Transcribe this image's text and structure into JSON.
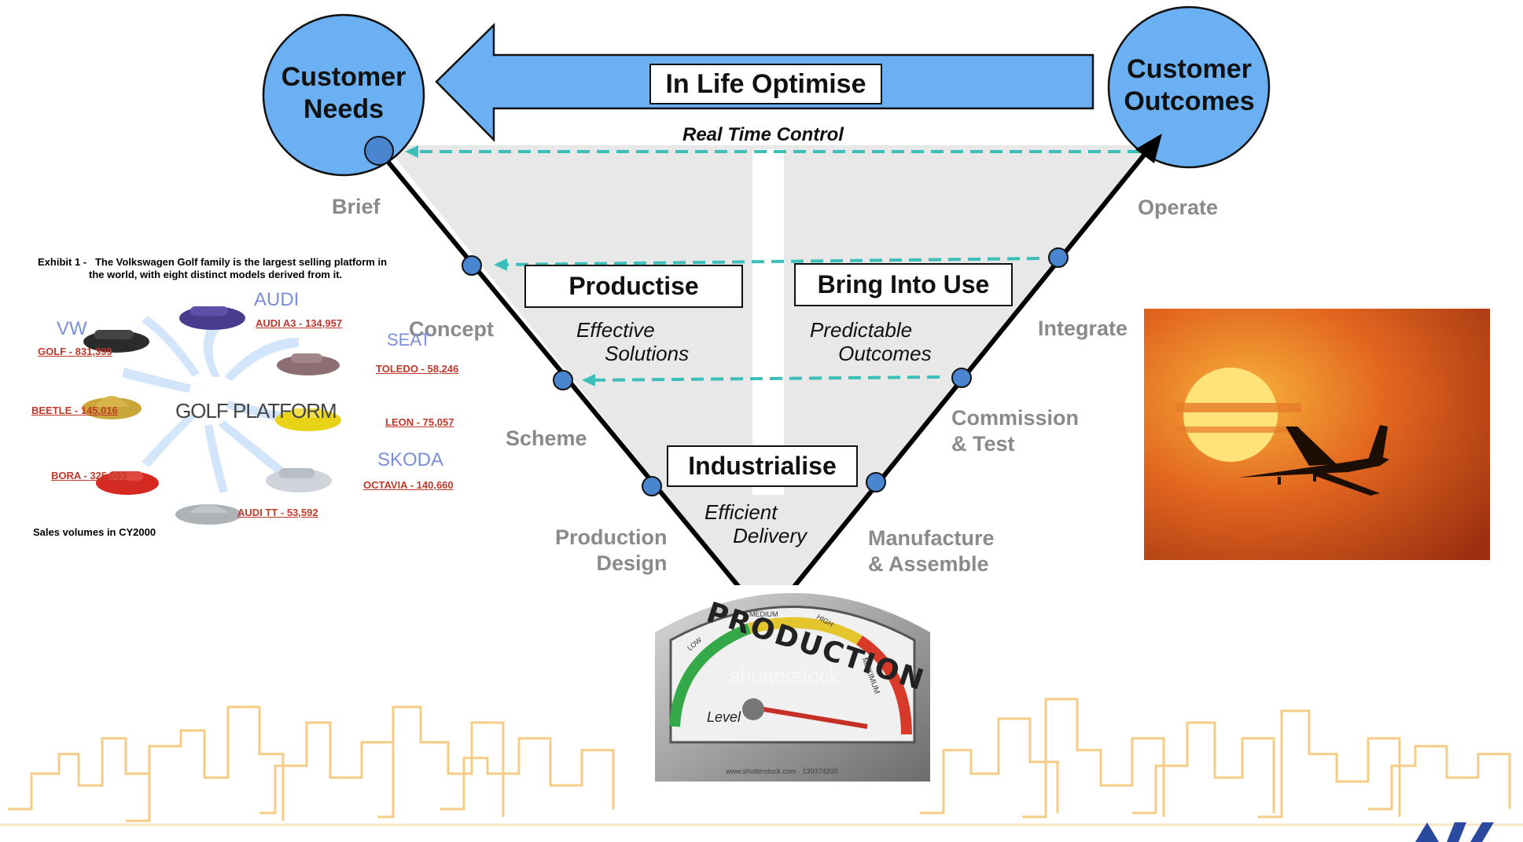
{
  "top_arrow": {
    "label": "In Life Optimise",
    "sublabel": "Real Time Control"
  },
  "circles": {
    "left": "Customer\nNeeds",
    "right": "Customer\nOutcomes"
  },
  "boxes": {
    "productise": "Productise",
    "bring_into_use": "Bring Into Use",
    "industrialise": "Industrialise"
  },
  "left_stages": [
    "Brief",
    "Concept",
    "Scheme",
    "Production\nDesign"
  ],
  "right_stages": [
    "Operate",
    "Integrate",
    "Commission\n& Test",
    "Manufacture\n& Assemble"
  ],
  "italic_notes": {
    "effective": "Effective\n     Solutions",
    "predictable": "Predictable\n     Outcomes",
    "efficient": "Efficient\n     Delivery"
  },
  "golf_exhibit": {
    "caption": "Exhibit 1 -   The Volkswagen Golf family is the largest selling platform in\n                  the world, with eight distinct models derived from it.",
    "center": "GOLF PLATFORM",
    "brands": [
      "VW",
      "AUDI",
      "SEAT",
      "SKODA"
    ],
    "models": [
      "GOLF - 831,399",
      "AUDI A3 - 134,957",
      "TOLEDO - 58,246",
      "LEON - 75,057",
      "OCTAVIA - 140,660",
      "AUDI TT - 53,592",
      "BORA - 325,093",
      "BEETLE - 145,016"
    ],
    "footer": "Sales volumes in CY2000"
  },
  "gauge": {
    "word": "PRODUCTION",
    "level": "Level",
    "ticks": [
      "LOW",
      "MEDIUM",
      "HIGH",
      "MAXIMUM"
    ],
    "watermark": "shutterstock",
    "credit": "www.shutterstock.com · 139374200"
  },
  "colors": {
    "arrow_fill": "#6ab0f2",
    "circle_fill": "#6ab0f2",
    "dashed": "#3bbfb8",
    "funnel_fill": "#e8e8e8",
    "skyline": "#f3c77a"
  }
}
